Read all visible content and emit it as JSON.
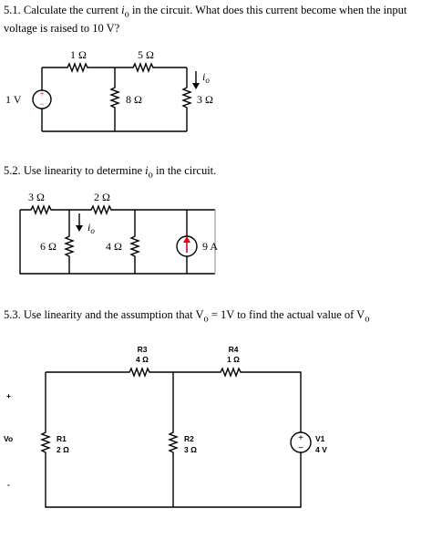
{
  "problems": [
    {
      "number": "5.1.",
      "text_before": "Calculate the current ",
      "var": "i",
      "sub": "o",
      "text_after": " in the circuit. What does this current become when the input voltage is raised to 10 V?",
      "labels": {
        "r1": "1 Ω",
        "r2": "5 Ω",
        "r3": "8 Ω",
        "r4": "3 Ω",
        "source": "1 V",
        "current": "i",
        "current_sub": "o"
      }
    },
    {
      "number": "5.2.",
      "text_before": "Use linearity to determine ",
      "var": "i",
      "sub": "o",
      "text_after": " in the circuit.",
      "labels": {
        "r1": "3 Ω",
        "r2": "2 Ω",
        "r3": "6 Ω",
        "r4": "4 Ω",
        "source": "9 A",
        "current": "i",
        "current_sub": "o"
      }
    },
    {
      "number": "5.3.",
      "text_before": "Use linearity and the assumption that V",
      "sub1": "o",
      "text_mid": " = 1V to find the actual value of V",
      "sub2": "o",
      "labels": {
        "r3_name": "R3",
        "r3_val": "4 Ω",
        "r4_name": "R4",
        "r4_val": "1 Ω",
        "r1_name": "R1",
        "r1_val": "2 Ω",
        "r2_name": "R2",
        "r2_val": "3 Ω",
        "v1_name": "V1",
        "v1_val": "4 V",
        "vo": "Vo",
        "plus": "+",
        "minus": "-"
      }
    }
  ]
}
